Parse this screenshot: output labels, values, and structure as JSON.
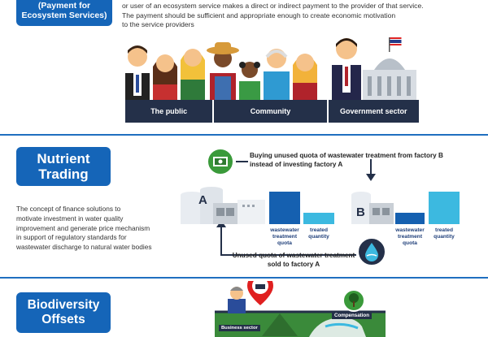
{
  "pes": {
    "badge_line1": "(Payment for",
    "badge_line2": "Ecosystem Services)",
    "text_line1": "or user of an ecosystem service makes a direct or indirect payment to the provider of that service.",
    "text_line2": "The payment should be sufficient and appropriate enough to create economic motivation",
    "text_line3": "to the service providers",
    "bar_public": "The public",
    "bar_community": "Community",
    "bar_government": "Government sector"
  },
  "nutrient": {
    "badge_line1": "Nutrient",
    "badge_line2": "Trading",
    "desc_line1": "The concept of finance solutions to",
    "desc_line2": "motivate investment in water quality",
    "desc_line3": "improvement and generate price mechanism",
    "desc_line4": "in support of regulatory standards for",
    "desc_line5": "wastewater discharge to natural water bodies",
    "top_flow_line1": "Buying unused quota of wastewater treatment from factory B",
    "top_flow_line2": "instead of investing factory A",
    "factory_a": "A",
    "factory_b": "B",
    "wq_label1": "wastewater",
    "wq_label2": "treatment",
    "wq_label3": "quota",
    "tq_label1": "treated",
    "tq_label2": "quantity",
    "bottom_flow_line1": "Unused quota of wastewater treatment",
    "bottom_flow_line2": "sold to factory A"
  },
  "biodiversity": {
    "badge_line1": "Biodiversity",
    "badge_line2": "Offsets",
    "business_label": "Business sector",
    "compensation_label": "Compensation"
  },
  "colors": {
    "brand_blue": "#1565b8",
    "dark_bar": "#243049",
    "water_dark": "#1560b0",
    "water_light": "#3cb9e0",
    "green": "#3a9a3a",
    "red": "#e02020"
  }
}
